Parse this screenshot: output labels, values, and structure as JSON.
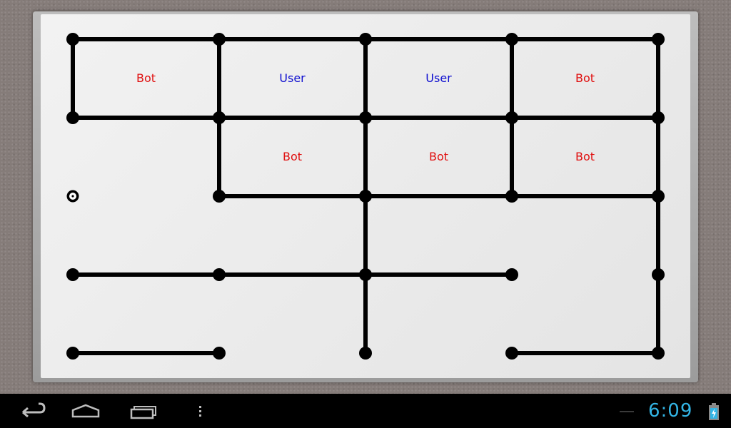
{
  "game": {
    "grid": {
      "cols": 5,
      "rows": 5
    },
    "edges": [
      {
        "from": [
          0,
          0
        ],
        "to": [
          1,
          0
        ]
      },
      {
        "from": [
          1,
          0
        ],
        "to": [
          2,
          0
        ]
      },
      {
        "from": [
          2,
          0
        ],
        "to": [
          3,
          0
        ]
      },
      {
        "from": [
          3,
          0
        ],
        "to": [
          4,
          0
        ]
      },
      {
        "from": [
          0,
          1
        ],
        "to": [
          1,
          1
        ]
      },
      {
        "from": [
          1,
          1
        ],
        "to": [
          2,
          1
        ]
      },
      {
        "from": [
          2,
          1
        ],
        "to": [
          3,
          1
        ]
      },
      {
        "from": [
          3,
          1
        ],
        "to": [
          4,
          1
        ]
      },
      {
        "from": [
          1,
          2
        ],
        "to": [
          2,
          2
        ]
      },
      {
        "from": [
          2,
          2
        ],
        "to": [
          3,
          2
        ]
      },
      {
        "from": [
          3,
          2
        ],
        "to": [
          4,
          2
        ]
      },
      {
        "from": [
          0,
          3
        ],
        "to": [
          1,
          3
        ]
      },
      {
        "from": [
          1,
          3
        ],
        "to": [
          2,
          3
        ]
      },
      {
        "from": [
          2,
          3
        ],
        "to": [
          3,
          3
        ]
      },
      {
        "from": [
          0,
          4
        ],
        "to": [
          1,
          4
        ]
      },
      {
        "from": [
          3,
          4
        ],
        "to": [
          4,
          4
        ]
      },
      {
        "from": [
          0,
          0
        ],
        "to": [
          0,
          1
        ]
      },
      {
        "from": [
          1,
          0
        ],
        "to": [
          1,
          1
        ]
      },
      {
        "from": [
          2,
          0
        ],
        "to": [
          2,
          1
        ]
      },
      {
        "from": [
          3,
          0
        ],
        "to": [
          3,
          1
        ]
      },
      {
        "from": [
          4,
          0
        ],
        "to": [
          4,
          1
        ]
      },
      {
        "from": [
          1,
          1
        ],
        "to": [
          1,
          2
        ]
      },
      {
        "from": [
          2,
          1
        ],
        "to": [
          2,
          2
        ]
      },
      {
        "from": [
          3,
          1
        ],
        "to": [
          3,
          2
        ]
      },
      {
        "from": [
          4,
          1
        ],
        "to": [
          4,
          2
        ]
      },
      {
        "from": [
          2,
          2
        ],
        "to": [
          2,
          3
        ]
      },
      {
        "from": [
          4,
          2
        ],
        "to": [
          4,
          3
        ]
      },
      {
        "from": [
          2,
          3
        ],
        "to": [
          2,
          4
        ]
      },
      {
        "from": [
          4,
          3
        ],
        "to": [
          4,
          4
        ]
      }
    ],
    "selected_dot": [
      0,
      2
    ],
    "claimed_boxes": [
      {
        "col": 0,
        "row": 0,
        "owner": "Bot"
      },
      {
        "col": 1,
        "row": 0,
        "owner": "User"
      },
      {
        "col": 2,
        "row": 0,
        "owner": "User"
      },
      {
        "col": 3,
        "row": 0,
        "owner": "Bot"
      },
      {
        "col": 1,
        "row": 1,
        "owner": "Bot"
      },
      {
        "col": 2,
        "row": 1,
        "owner": "Bot"
      },
      {
        "col": 3,
        "row": 1,
        "owner": "Bot"
      }
    ],
    "colors": {
      "line": "#000000",
      "dot": "#000000",
      "bot": "#e01010",
      "user": "#1010d0"
    }
  },
  "system_bar": {
    "back_icon": "back-icon",
    "home_icon": "home-icon",
    "recents_icon": "recents-icon",
    "menu_icon": "overflow-menu-icon",
    "time": "6:09",
    "battery_icon": "battery-charging-icon",
    "clock_color": "#33b5e5"
  }
}
